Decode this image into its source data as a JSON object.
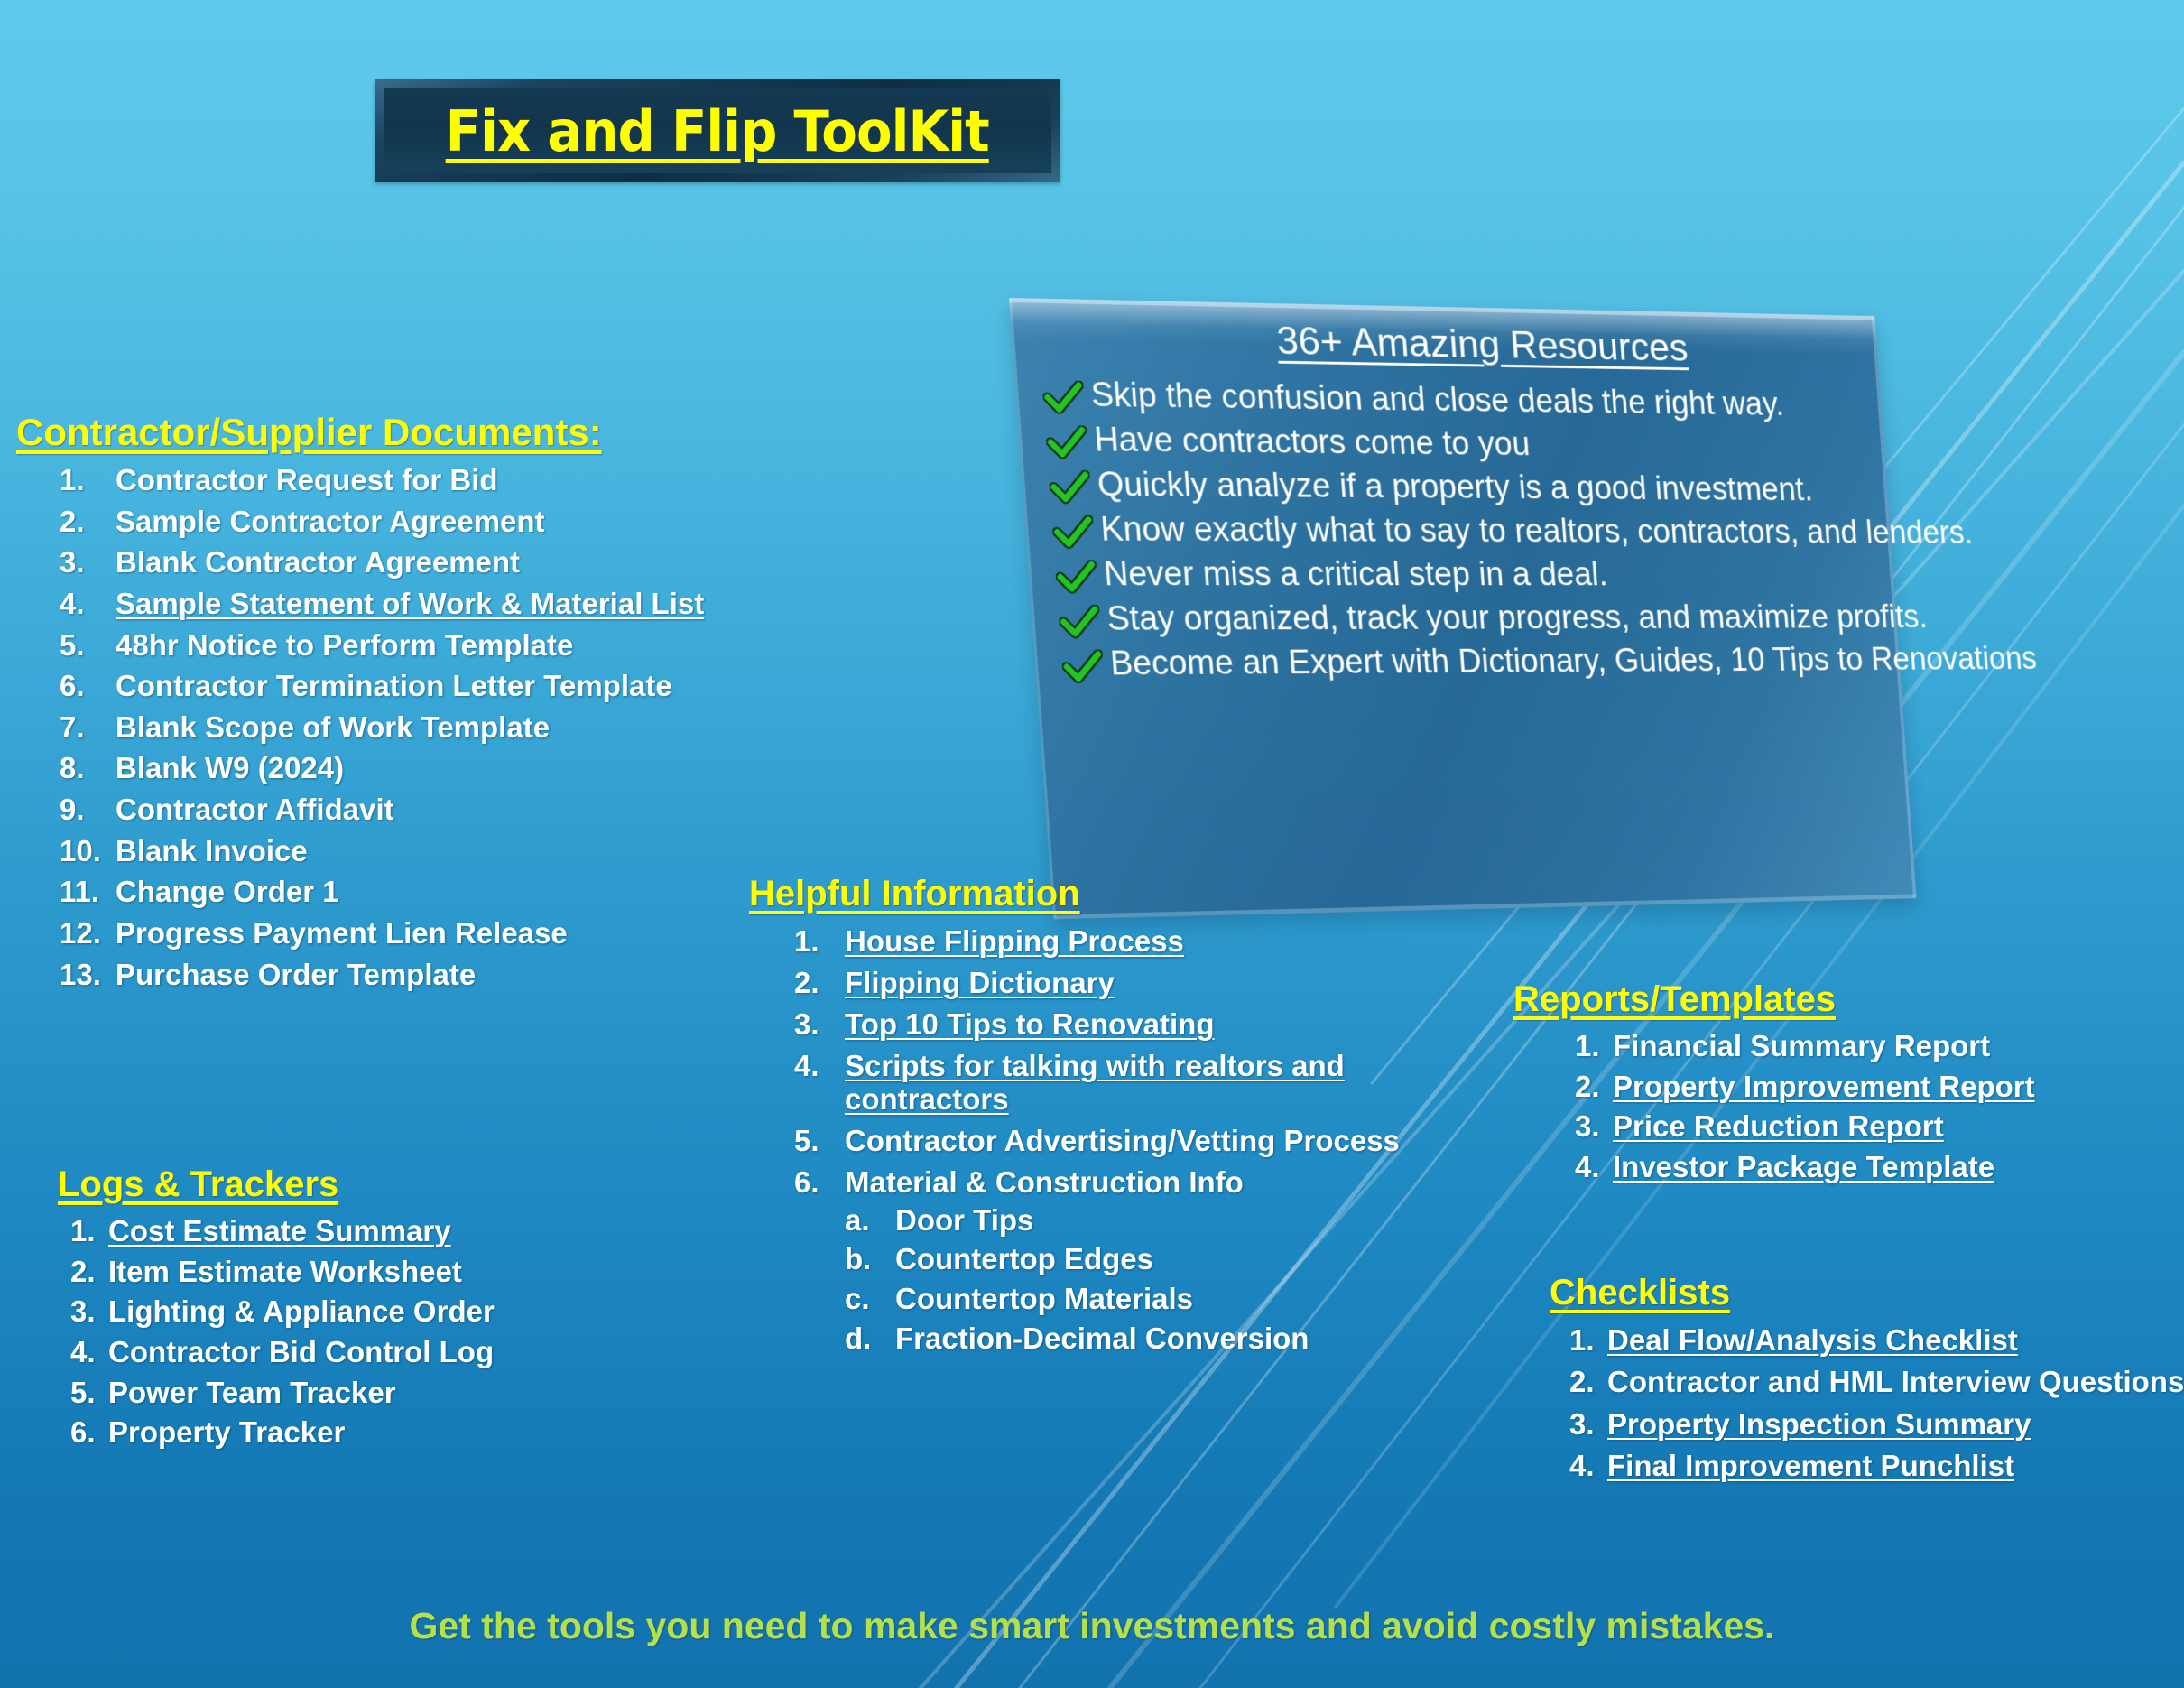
{
  "title": {
    "text": "Fix and Flip ToolKit"
  },
  "colors": {
    "heading_yellow": "#ffff00",
    "body_white": "#ffffff",
    "tagline_green": "#b6e049",
    "check_green": "#22c524",
    "plaque_navy": "#12354c",
    "bg_top": "#5ec9ea",
    "bg_bottom": "#1272ae",
    "panel_blue": "#2c709e"
  },
  "contractor": {
    "heading": "Contractor/Supplier Documents:",
    "items": [
      {
        "num": "1.",
        "text": "Contractor Request for Bid",
        "underline": false
      },
      {
        "num": "2.",
        "text": "Sample Contractor Agreement",
        "underline": false
      },
      {
        "num": "3.",
        "text": "Blank Contractor Agreement",
        "underline": false
      },
      {
        "num": "4.",
        "text": "Sample Statement of Work & Material List",
        "underline": true
      },
      {
        "num": "5.",
        "text": "48hr Notice to Perform Template",
        "underline": false
      },
      {
        "num": "6.",
        "text": "Contractor Termination Letter Template",
        "underline": false
      },
      {
        "num": "7.",
        "text": "Blank Scope of Work Template",
        "underline": false
      },
      {
        "num": "8.",
        "text": "Blank W9 (2024)",
        "underline": false
      },
      {
        "num": "9.",
        "text": "Contractor Affidavit",
        "underline": false
      },
      {
        "num": "10.",
        "text": "Blank Invoice",
        "underline": false
      },
      {
        "num": "11.",
        "text": "Change Order 1",
        "underline": false
      },
      {
        "num": "12.",
        "text": "Progress Payment Lien Release",
        "underline": false
      },
      {
        "num": "13.",
        "text": "Purchase Order Template",
        "underline": false
      }
    ]
  },
  "logs": {
    "heading": "Logs & Trackers",
    "items": [
      {
        "num": "1.",
        "text": "Cost Estimate Summary",
        "underline": true
      },
      {
        "num": "2.",
        "text": "Item Estimate Worksheet",
        "underline": false
      },
      {
        "num": "3.",
        "text": "Lighting & Appliance Order",
        "underline": false
      },
      {
        "num": "4.",
        "text": "Contractor Bid Control Log",
        "underline": false
      },
      {
        "num": "5.",
        "text": "Power Team Tracker",
        "underline": false
      },
      {
        "num": "6.",
        "text": "Property Tracker",
        "underline": false
      }
    ]
  },
  "helpful": {
    "heading": "Helpful Information",
    "items": [
      {
        "num": "1.",
        "text": "House Flipping Process",
        "underline": true
      },
      {
        "num": "2.",
        "text": "Flipping Dictionary",
        "underline": true
      },
      {
        "num": "3.",
        "text": "Top 10 Tips to Renovating",
        "underline": true
      },
      {
        "num": "4.",
        "text": "Scripts for talking with realtors and contractors",
        "underline": true
      },
      {
        "num": "5.",
        "text": "Contractor Advertising/Vetting Process",
        "underline": false
      },
      {
        "num": "6.",
        "text": "Material & Construction Info",
        "underline": false,
        "sub": [
          {
            "num": "a.",
            "text": "Door Tips"
          },
          {
            "num": "b.",
            "text": "Countertop Edges"
          },
          {
            "num": "c.",
            "text": "Countertop Materials"
          },
          {
            "num": "d.",
            "text": "Fraction-Decimal Conversion"
          }
        ]
      }
    ]
  },
  "reports": {
    "heading": "Reports/Templates",
    "items": [
      {
        "num": "1.",
        "text": "Financial Summary Report",
        "underline": false
      },
      {
        "num": "2.",
        "text": "Property Improvement Report",
        "underline": true
      },
      {
        "num": "3.",
        "text": "Price Reduction Report",
        "underline": true
      },
      {
        "num": "4.",
        "text": "Investor Package Template",
        "underline": true
      }
    ]
  },
  "checklists": {
    "heading": "Checklists",
    "items": [
      {
        "num": "1.",
        "text": "Deal Flow/Analysis Checklist",
        "underline": true
      },
      {
        "num": "2.",
        "text": "Contractor and HML Interview Questions",
        "underline": false
      },
      {
        "num": "3.",
        "text": "Property Inspection Summary",
        "underline": true
      },
      {
        "num": "4.",
        "text": "Final Improvement Punchlist",
        "underline": true
      }
    ]
  },
  "resources_panel": {
    "title": "36+ Amazing Resources",
    "benefits": [
      "Skip the confusion and close deals the right way.",
      "Have contractors come to you",
      "Quickly analyze if a property is a good investment.",
      "Know exactly what to say to realtors, contractors, and lenders.",
      "Never miss a critical step in a deal.",
      "Stay organized, track your progress, and maximize profits.",
      "Become an Expert with Dictionary, Guides, 10 Tips to Renovations"
    ]
  },
  "tagline": {
    "text": "Get the tools you need to make smart investments and avoid costly mistakes."
  }
}
